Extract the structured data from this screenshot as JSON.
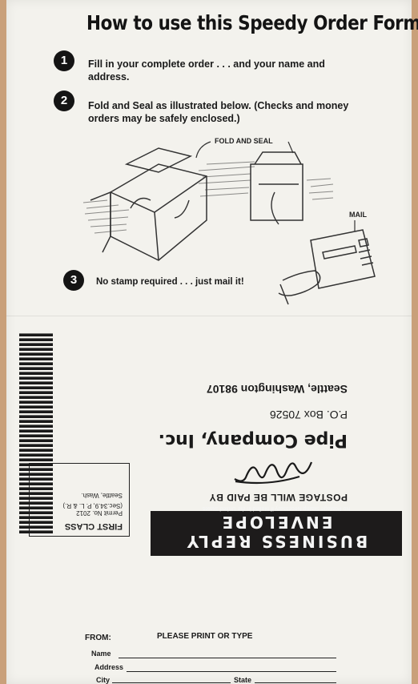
{
  "title": "How to use this Speedy Order Form",
  "steps": [
    {
      "number": "1",
      "text_line1": "Fill in your complete order . . . and your name and",
      "text_line2": "address."
    },
    {
      "number": "2",
      "text_line1": "Fold and Seal as illustrated below. (Checks and money",
      "text_line2": "orders may be safely enclosed.)"
    },
    {
      "number": "3",
      "text_line1": "No stamp required . . . just mail it!"
    }
  ],
  "illustration": {
    "fold_seal_label": "FOLD AND SEAL",
    "mail_label": "MAIL"
  },
  "envelope": {
    "brl_title": "BUSINESS REPLY ENVELOPE",
    "brl_sub": "No Postage Stamp Necessary if Mailed in the United States",
    "postage_line": "POSTAGE WILL BE PAID BY",
    "company": "Pipe Company, Inc.",
    "po_box": "P.O. Box 70526",
    "city_line": "Seattle, Washington 98107",
    "permit": {
      "class": "FIRST CLASS",
      "permit_no": "Permit No. 2012",
      "sec": "(Sec.34.9, P. L. & R.)",
      "city": "Seattle, Wash."
    }
  },
  "from": {
    "label": "FROM:",
    "print_label": "PLEASE PRINT OR TYPE",
    "name_label": "Name",
    "address_label": "Address",
    "city_label": "City",
    "state_label": "State"
  }
}
